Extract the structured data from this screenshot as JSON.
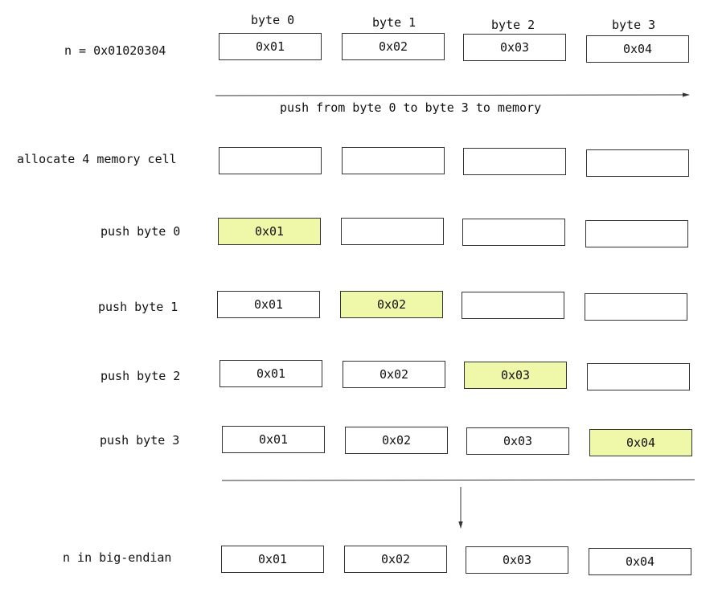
{
  "header": {
    "byte_labels": [
      "byte 0",
      "byte 1",
      "byte 2",
      "byte 3"
    ],
    "n_label": "n = 0x01020304",
    "values": [
      "0x01",
      "0x02",
      "0x03",
      "0x04"
    ]
  },
  "arrow_label": "push from byte 0 to byte 3 to memory",
  "steps": [
    {
      "label": "allocate 4 memory cell",
      "cells": [
        "",
        "",
        "",
        ""
      ],
      "highlight": null
    },
    {
      "label": "push byte 0",
      "cells": [
        "0x01",
        "",
        "",
        ""
      ],
      "highlight": 0
    },
    {
      "label": "push byte 1",
      "cells": [
        "0x01",
        "0x02",
        "",
        ""
      ],
      "highlight": 1
    },
    {
      "label": "push byte 2",
      "cells": [
        "0x01",
        "0x02",
        "0x03",
        ""
      ],
      "highlight": 2
    },
    {
      "label": "push byte 3",
      "cells": [
        "0x01",
        "0x02",
        "0x03",
        "0x04"
      ],
      "highlight": 3
    }
  ],
  "result": {
    "label": "n in big-endian",
    "cells": [
      "0x01",
      "0x02",
      "0x03",
      "0x04"
    ]
  },
  "colors": {
    "highlight": "#eef8a8",
    "border": "#333333",
    "line": "#333333"
  }
}
